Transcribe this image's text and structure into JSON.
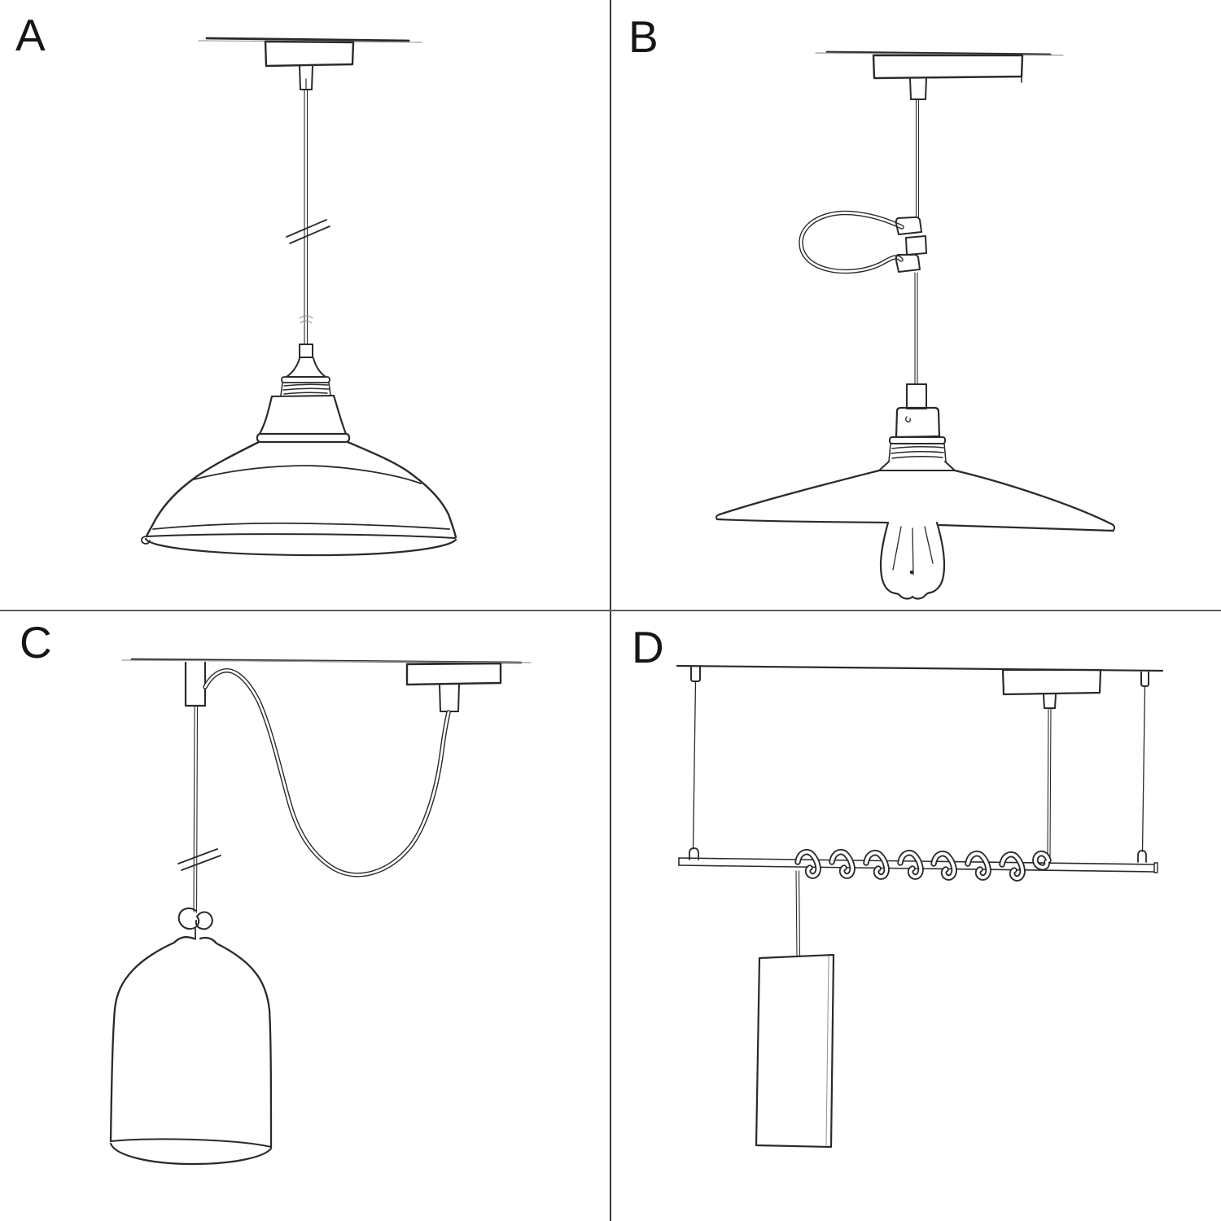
{
  "page": {
    "background": "#ffffff",
    "ink_color": "#2a2a2a",
    "divider_vertical_color": "#3a3a3a",
    "divider_horizontal_color": "#606060"
  },
  "panels": [
    {
      "label": "A",
      "drawing": "pendant-sketch-ceiling-rose-cable-industrial-bowl-shade"
    },
    {
      "label": "B",
      "drawing": "pendant-sketch-cable-excess-loop-clip-flat-plate-shade-exposed-bulb"
    },
    {
      "label": "C",
      "drawing": "pendant-sketch-swag-hook-draped-cable-knot-bell-shade"
    },
    {
      "label": "D",
      "drawing": "pendant-sketch-suspended-bar-wrapped-cord-cylinder-shade"
    }
  ]
}
